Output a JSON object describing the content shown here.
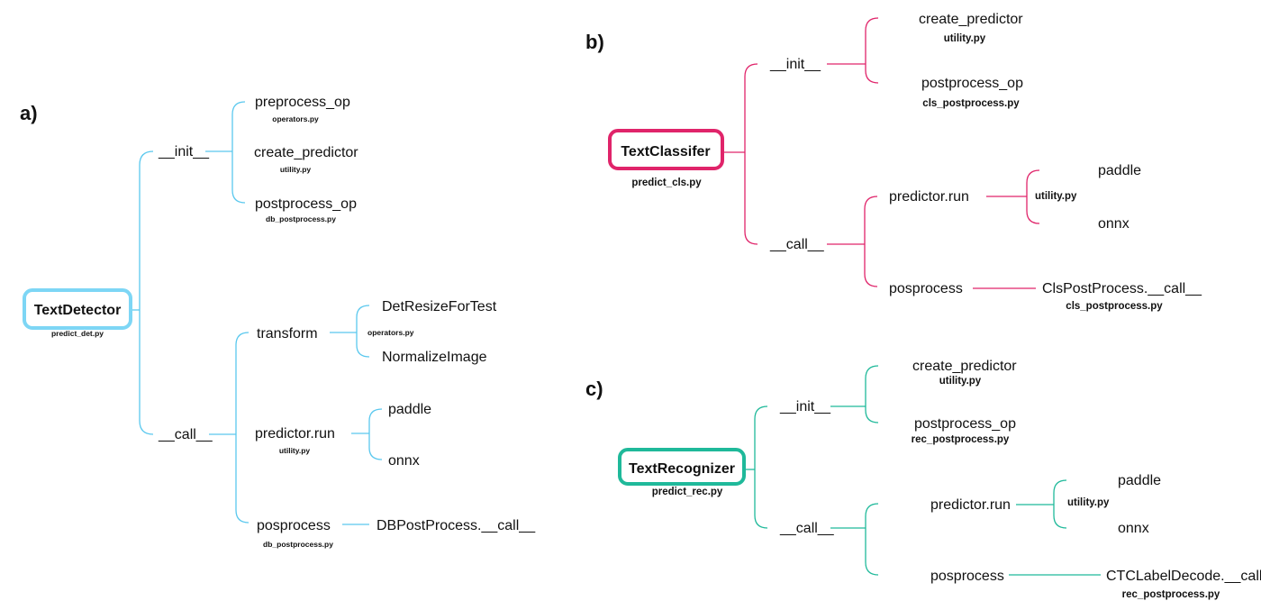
{
  "colors": {
    "detector": "#5ac8ee",
    "classifier": "#e0246a",
    "recognizer": "#1fb99a"
  },
  "panels": {
    "a": {
      "label": "a)",
      "root": "TextDetector",
      "root_file": "predict_det.py",
      "init": "__init__",
      "preprocess_op": "preprocess_op",
      "preprocess_op_file": "operators.py",
      "create_predictor": "create_predictor",
      "create_predictor_file": "utility.py",
      "postprocess_op": "postprocess_op",
      "postprocess_op_file": "db_postprocess.py",
      "call": "__call__",
      "transform": "transform",
      "det_resize": "DetResizeForTest",
      "transform_file": "operators.py",
      "normalize": "NormalizeImage",
      "predictor_run": "predictor.run",
      "predictor_run_file": "utility.py",
      "paddle": "paddle",
      "onnx": "onnx",
      "posprocess": "posprocess",
      "posprocess_file": "db_postprocess.py",
      "post_call": "DBPostProcess.__call__"
    },
    "b": {
      "label": "b)",
      "root": "TextClassifer",
      "root_file": "predict_cls.py",
      "init": "__init__",
      "create_predictor": "create_predictor",
      "create_predictor_file": "utility.py",
      "postprocess_op": "postprocess_op",
      "postprocess_op_file": "cls_postprocess.py",
      "call": "__call__",
      "predictor_run": "predictor.run",
      "run_file": "utility.py",
      "paddle": "paddle",
      "onnx": "onnx",
      "posprocess": "posprocess",
      "post_call": "ClsPostProcess.__call__",
      "post_call_file": "cls_postprocess.py"
    },
    "c": {
      "label": "c)",
      "root": "TextRecognizer",
      "root_file": "predict_rec.py",
      "init": "__init__",
      "create_predictor": "create_predictor",
      "create_predictor_file": "utility.py",
      "postprocess_op": "postprocess_op",
      "postprocess_op_file": "rec_postprocess.py",
      "call": "__call__",
      "predictor_run": "predictor.run",
      "run_file": "utility.py",
      "paddle": "paddle",
      "onnx": "onnx",
      "posprocess": "posprocess",
      "post_call": "CTCLabelDecode.__call__",
      "post_call_file": "rec_postprocess.py"
    }
  }
}
